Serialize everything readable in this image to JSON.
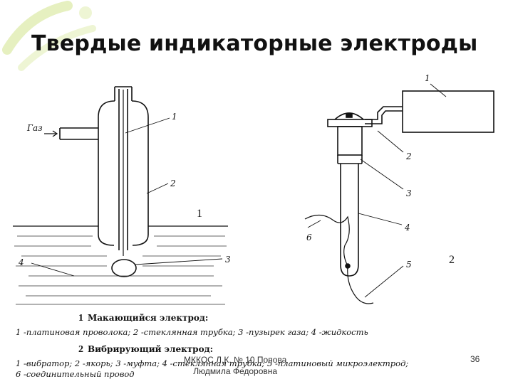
{
  "slide": {
    "title": "Твердые индикаторные электроды",
    "footer_line1": "МККОС Л.К. № 10 Попова",
    "footer_line2": "Людмила Федоровна",
    "page_number": "36"
  },
  "figure1": {
    "number": "1",
    "gas_label": "Газ",
    "callouts": [
      "1",
      "2",
      "3",
      "4"
    ]
  },
  "figure2": {
    "number": "2",
    "callouts": [
      "1",
      "2",
      "3",
      "4",
      "5",
      "6"
    ]
  },
  "captions": {
    "c1_number": "1",
    "c1_title": "Макающийся электрод:",
    "c1_legend": "1 -платиновая проволока; 2 -стеклянная трубка; 3 -пузырек газа; 4 -жидкость",
    "c2_number": "2",
    "c2_title": "Вибрирующий электрод:",
    "c2_legend": "1 -вибратор; 2 -якорь; 3 -муфта; 4 -стеклянная трубка; 5 -платиновый микроэлектрод;",
    "c2_legend2": "6 -соединительный провод"
  },
  "colors": {
    "accent_deco": "#e6f0c0",
    "line": "#111111"
  }
}
